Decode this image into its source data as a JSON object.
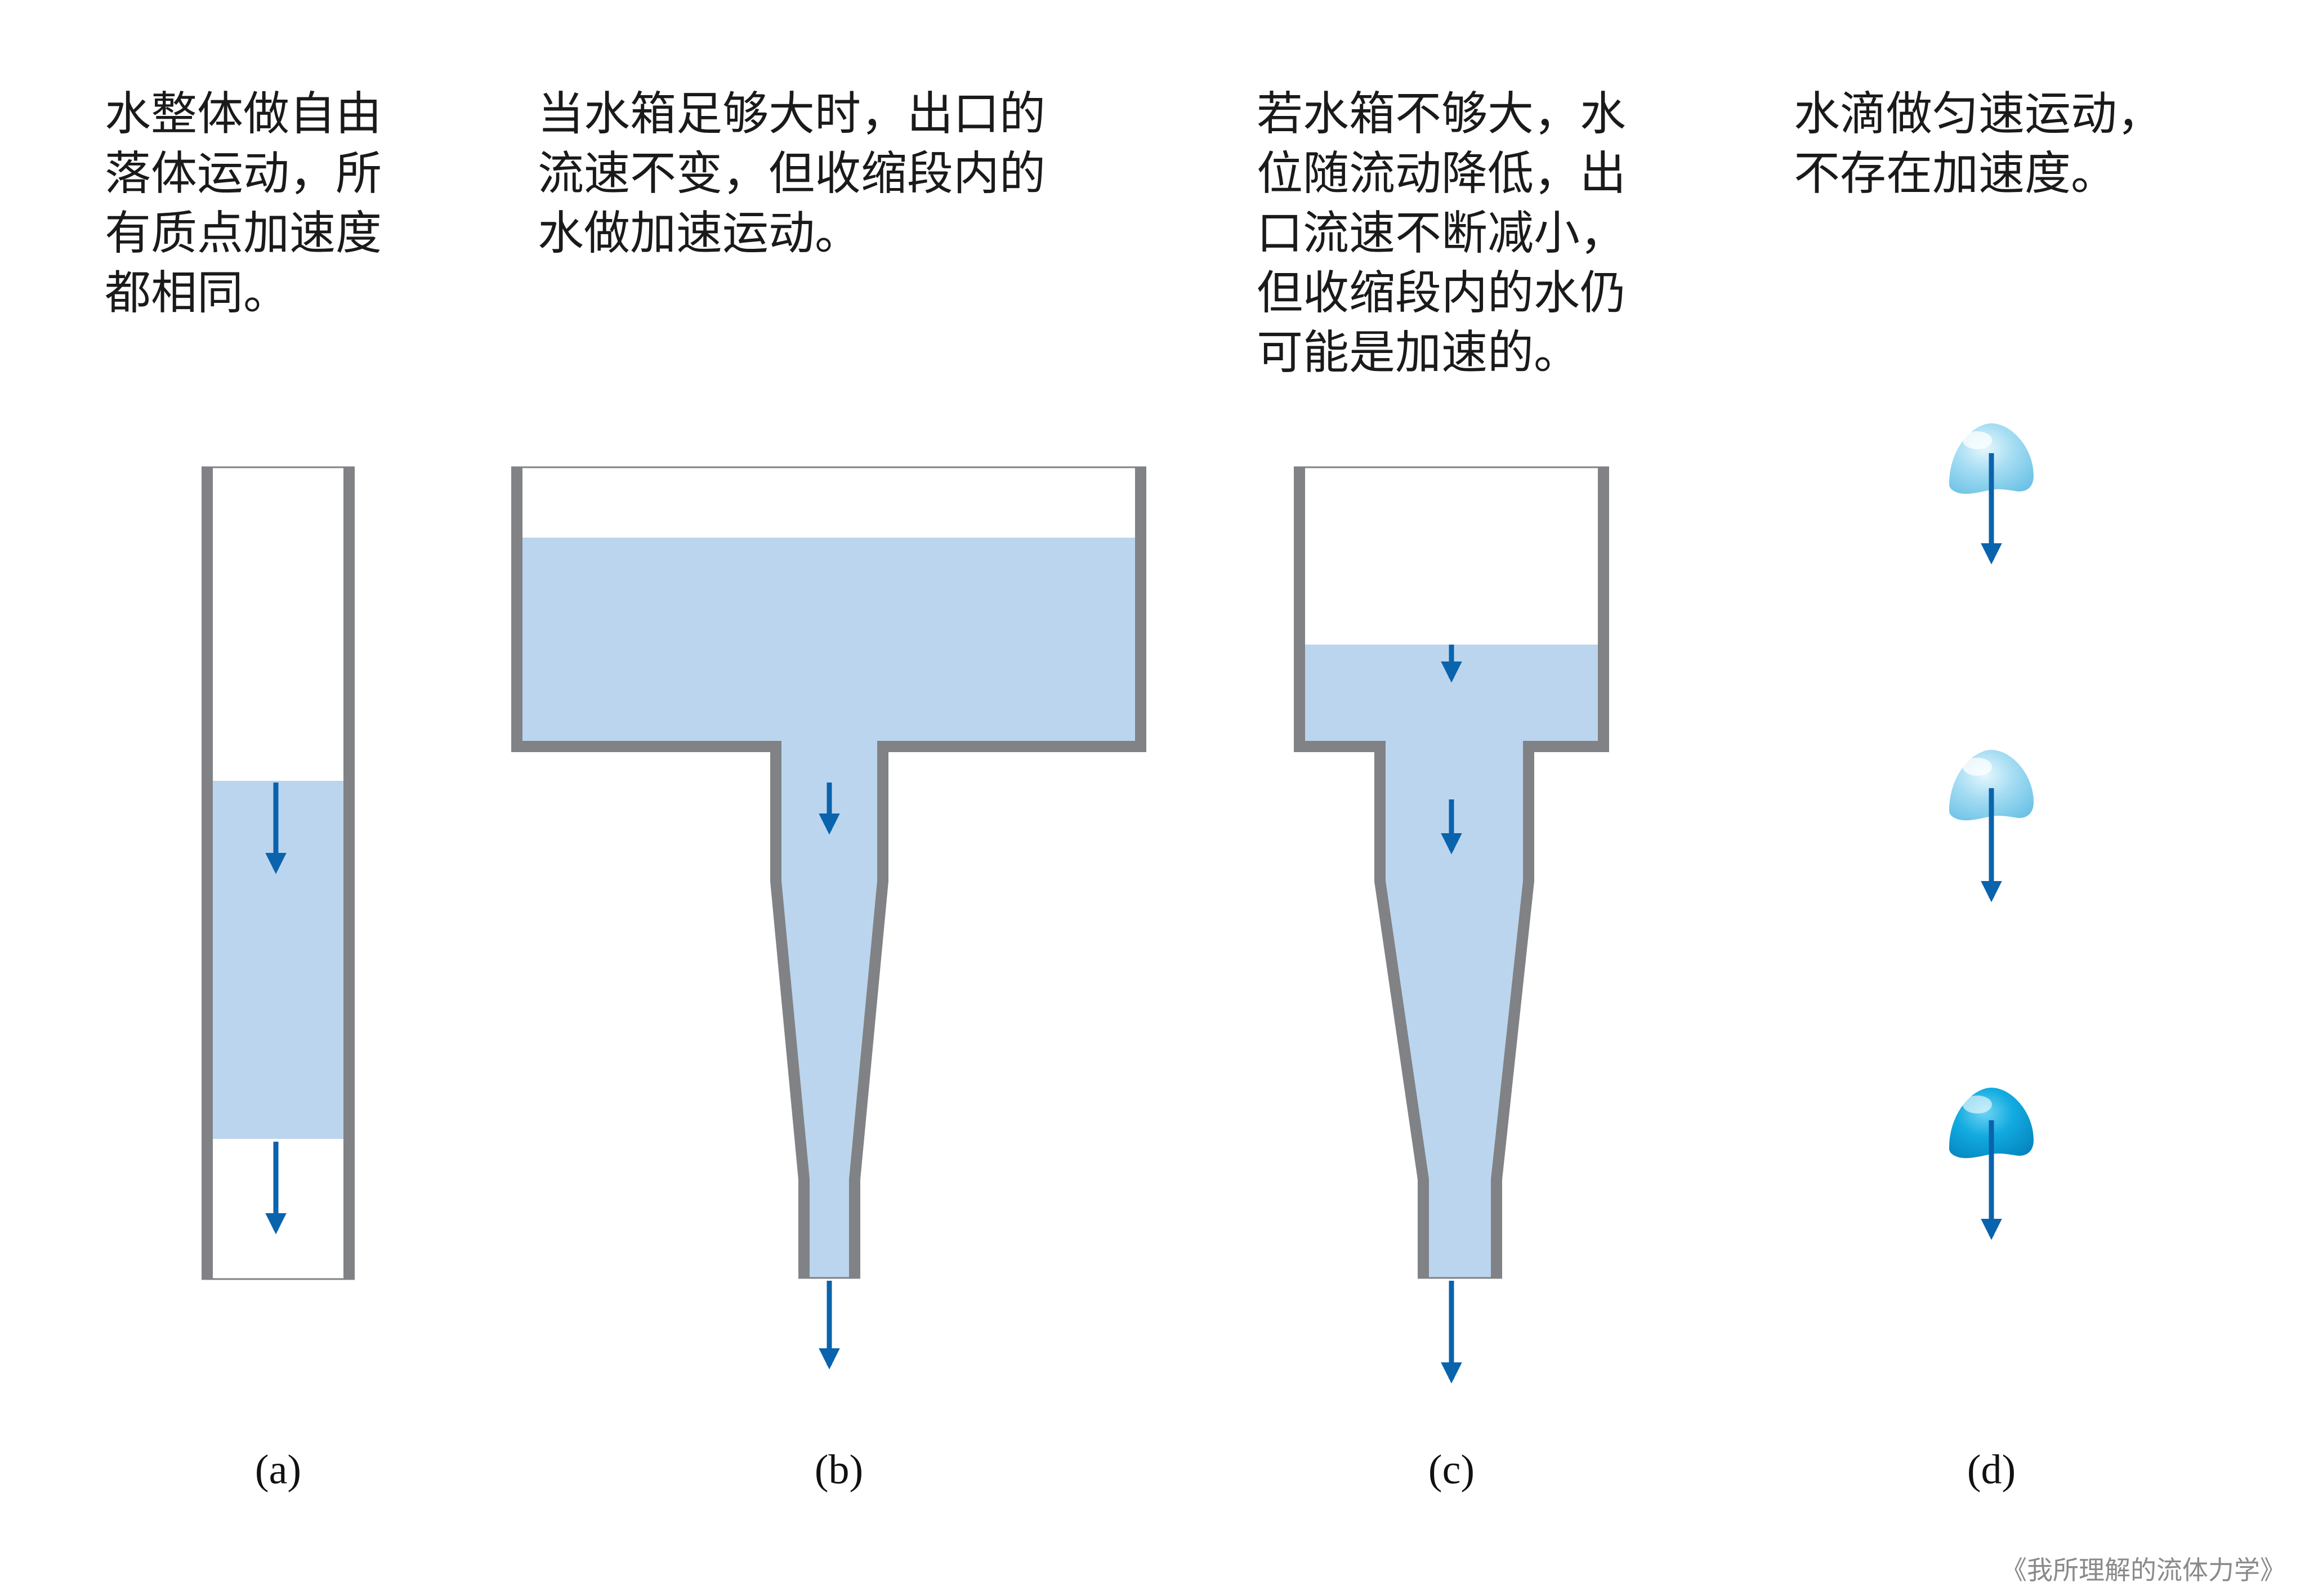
{
  "colors": {
    "water": "#bcd5ee",
    "wall": "#808285",
    "arrow": "#0a63ad",
    "drop_light": "#8fd3ef",
    "drop_dark": "#0aa3db",
    "text": "#1a1a1a"
  },
  "panels": [
    {
      "label": "(a)",
      "caption_lines": [
        "水整体做自由",
        "落体运动，所",
        "有质点加速度",
        "都相同。"
      ]
    },
    {
      "label": "(b)",
      "caption_lines": [
        "当水箱足够大时，出口的",
        "流速不变，但收缩段内的",
        "水做加速运动。"
      ]
    },
    {
      "label": "(c)",
      "caption_lines": [
        "若水箱不够大，水",
        "位随流动降低，出",
        "口流速不断减小，",
        "但收缩段内的水仍",
        "可能是加速的。"
      ]
    },
    {
      "label": "(d)",
      "caption_lines": [
        "水滴做匀速运动，",
        "不存在加速度。"
      ]
    }
  ],
  "credit": "《我所理解的流体力学》"
}
